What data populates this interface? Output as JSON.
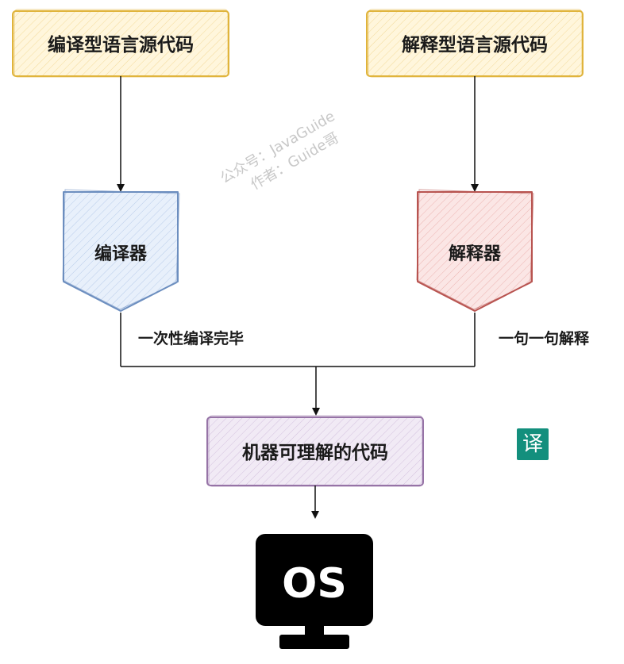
{
  "nodes": {
    "compiled_source": "编译型语言源代码",
    "interpreted_source": "解释型语言源代码",
    "compiler": "编译器",
    "interpreter": "解释器",
    "machine_code": "机器可理解的代码",
    "os": "OS"
  },
  "edges": {
    "compile_once": "一次性编译完毕",
    "interpret_line": "一句一句解释"
  },
  "watermark": {
    "line1": "公众号：JavaGuide",
    "line2": "作者：Guide哥"
  },
  "translate_badge": "译",
  "colors": {
    "source_fill": "#fff2cc",
    "source_stroke": "#e0b43c",
    "compiler_fill": "#dae8fc",
    "compiler_stroke": "#6c8ebf",
    "interpreter_fill": "#f8cecc",
    "interpreter_stroke": "#b85450",
    "machine_fill": "#e1d5e7",
    "machine_stroke": "#9673a6",
    "badge": "#138f7d"
  }
}
